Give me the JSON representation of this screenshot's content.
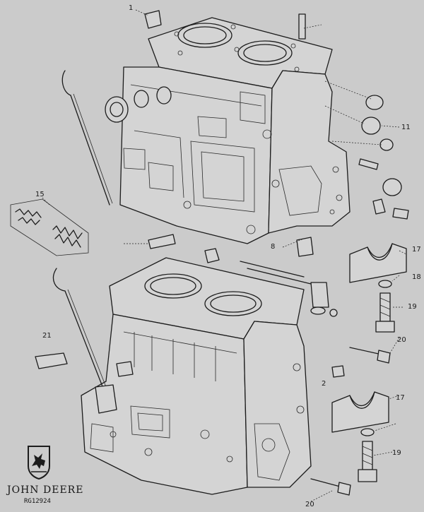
{
  "brand": {
    "name": "JOHN DEERE",
    "drawing_ref": "RG12924"
  },
  "callouts": {
    "c1": "1",
    "c2": "2",
    "c15": "15",
    "c17a": "17",
    "c17b": "17",
    "c18": "18",
    "c19a": "19",
    "c19b": "19",
    "c20a": "20",
    "c20b": "20",
    "c11": "11",
    "c8": "8",
    "c21": "21"
  },
  "colors": {
    "background": "#cbcbcb",
    "ink": "#1c1c1c"
  }
}
